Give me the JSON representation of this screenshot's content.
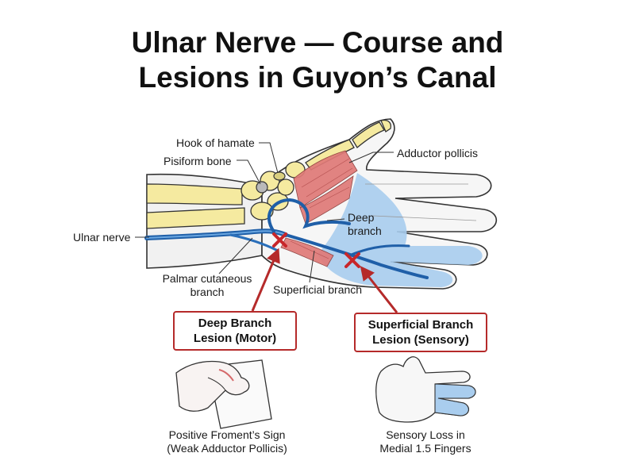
{
  "title": {
    "line1": "Ulnar Nerve — Course and",
    "line2": "Lesions in Guyon’s Canal"
  },
  "labels": {
    "hook_of_hamate": "Hook of hamate",
    "pisiform_bone": "Pisiform bone",
    "adductor_pollicis": "Adductor pollicis",
    "deep_branch_line1": "Deep",
    "deep_branch_line2": "branch",
    "ulnar_nerve": "Ulnar nerve",
    "palmar_cutaneous_line1": "Palmar cutaneous",
    "palmar_cutaneous_line2": "branch",
    "superficial_branch": "Superficial branch"
  },
  "lesions": {
    "deep": {
      "line1": "Deep Branch",
      "line2": "Lesion (Motor)"
    },
    "superficial": {
      "line1": "Superficial Branch",
      "line2": "Lesion (Sensory)"
    }
  },
  "signs": {
    "froment": {
      "line1": "Positive Froment’s Sign",
      "line2": "(Weak Adductor Pollicis)"
    },
    "sensory": {
      "line1": "Sensory Loss in",
      "line2": "Medial 1.5 Fingers"
    }
  },
  "colors": {
    "nerve": "#2a6fba",
    "sensory_area": "#a9cdee",
    "bone": "#f5eaa0",
    "muscle": "#e07a78",
    "lesion": "#c8262a",
    "skin": "#f4f4f4",
    "outline": "#333333"
  }
}
